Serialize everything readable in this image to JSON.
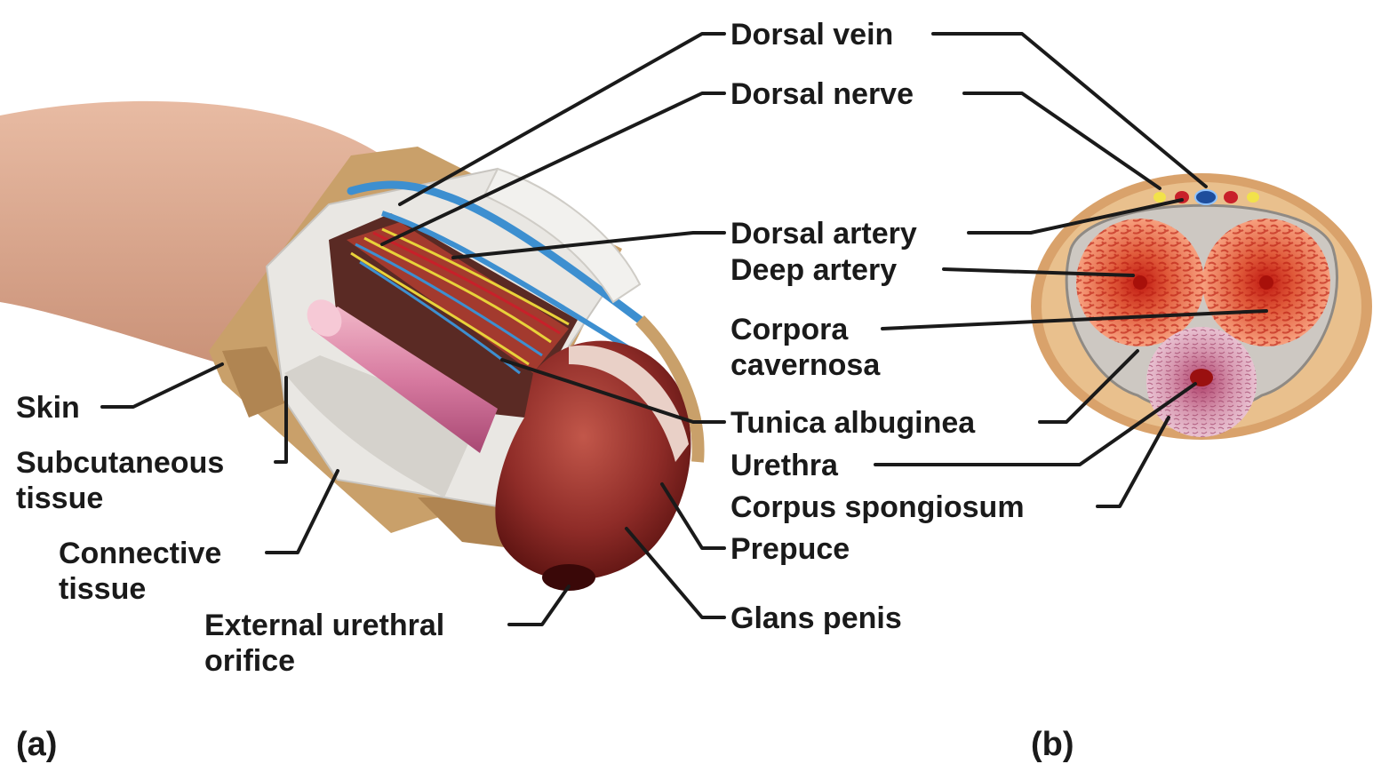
{
  "panels": {
    "a": "(a)",
    "b": "(b)"
  },
  "labels": {
    "dorsal_vein": "Dorsal vein",
    "dorsal_nerve": "Dorsal nerve",
    "dorsal_artery": "Dorsal artery",
    "deep_artery": "Deep artery",
    "corpora_cavernosa": [
      "Corpora",
      "cavernosa"
    ],
    "tunica_albuginea": "Tunica albuginea",
    "urethra": "Urethra",
    "corpus_spongiosum": "Corpus spongiosum",
    "prepuce": "Prepuce",
    "glans_penis": "Glans penis",
    "skin": "Skin",
    "subcutaneous_tissue": [
      "Subcutaneous",
      "tissue"
    ],
    "connective_tissue": [
      "Connective",
      "tissue"
    ],
    "external_urethral_orifice": [
      "External urethral",
      "orifice"
    ]
  },
  "colors": {
    "skin": "#d9a58a",
    "subcutaneous": "#c9a06a",
    "connective": "#e8e6e2",
    "erectile": "#c73a1c",
    "erectile_light": "#f08a6a",
    "spongiosum": "#c9819c",
    "vein": "#3d8fd0",
    "nerve": "#e8d23a",
    "artery": "#c8202a",
    "glans": "#8f2c28",
    "leader": "#1a1a1a"
  }
}
